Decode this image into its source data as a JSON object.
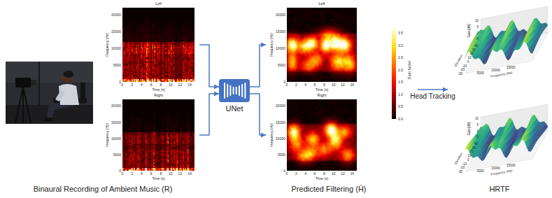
{
  "diagram": {
    "nodes": [
      {
        "text": [
          "Binaural Recording of Ambient Music (R)"
        ]
      },
      {
        "text": [
          "Left"
        ],
        "in": 0
      },
      {
        "text": [
          "Right"
        ],
        "in": 0
      },
      {
        "text": [
          "UNet"
        ]
      },
      {
        "text": [
          "Predicted Filtering (Ĥ)"
        ]
      },
      {
        "text": [
          "Left"
        ],
        "in": 4
      },
      {
        "text": [
          "Right"
        ],
        "in": 4
      },
      {
        "text": [
          "HRTF"
        ]
      }
    ],
    "edges": [
      {
        "from": 1,
        "to": 3,
        "arrow": "to"
      },
      {
        "from": 2,
        "to": 3,
        "arrow": "to"
      },
      {
        "from": 3,
        "to": 5,
        "arrow": "to"
      },
      {
        "from": 3,
        "to": 6,
        "arrow": "to"
      },
      {
        "from": 4,
        "to": 7,
        "label": "Head Tracking",
        "arrow": "to"
      }
    ],
    "labels": [
      "0",
      "5000",
      "10000",
      "15000",
      "20000",
      "0",
      "2",
      "4",
      "6",
      "8",
      "10",
      "12",
      "14",
      "Frequency (Hz)",
      "Time (s)",
      "0",
      "5000",
      "10000",
      "15000",
      "20000",
      "0",
      "2",
      "4",
      "6",
      "8",
      "10",
      "12",
      "14",
      "Frequency (Hz)",
      "Time (s)",
      "0",
      "5000",
      "10000",
      "15000",
      "20000",
      "0",
      "2",
      "4",
      "6",
      "8",
      "10",
      "12",
      "14",
      "Frequency (Hz)",
      "Time (s)",
      "0",
      "5000",
      "10000",
      "15000",
      "20000",
      "0",
      "2",
      "4",
      "6",
      "8",
      "10",
      "12",
      "14",
      "Frequency (Hz)",
      "Time (s)",
      "0.0",
      "0.5",
      "1.0",
      "1.5",
      "2.0",
      "2.5",
      "3.0",
      "3.5",
      "Gain factor",
      "10",
      "5",
      "0",
      "-5",
      "Gain [dB]",
      "40",
      "30",
      "20",
      "10",
      "0",
      "-10",
      "-20",
      "-30",
      "Elevation",
      "5000",
      "10000",
      "15000",
      "Frequency (Hz)",
      "10",
      "5",
      "0",
      "-5",
      "Gain [dB]",
      "40",
      "30",
      "20",
      "10",
      "0",
      "-10",
      "-20",
      "-30",
      "Elevation",
      "5000",
      "10000",
      "15000",
      "Frequency (Hz)"
    ]
  }
}
